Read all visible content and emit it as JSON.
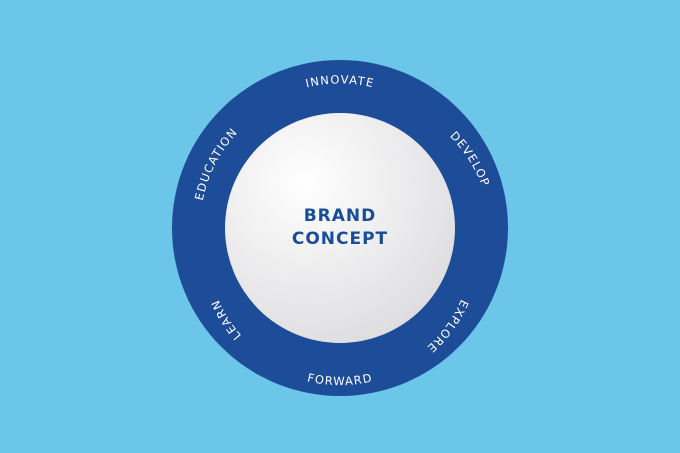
{
  "diagram": {
    "center_lines": [
      "BRAND",
      "CONCEPT"
    ],
    "ring_words": [
      "INNOVATE",
      "DEVELOP",
      "EXPLORE",
      "FORWARD",
      "LEARN",
      "EDUCATION"
    ],
    "colors": {
      "background": "#6cc6e9",
      "ring": "#1d4c98",
      "core_light": "#ffffff",
      "core_dark": "#d9d9dc",
      "center_text": "#1a4d98",
      "ring_text": "#ffffff"
    }
  }
}
